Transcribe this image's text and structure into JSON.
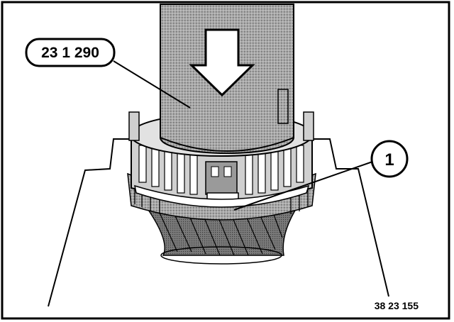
{
  "figure": {
    "tool_callout": "23 1 290",
    "part_callout": "1",
    "reference_number": "38 23 155"
  },
  "colors": {
    "line": "#000000",
    "background": "#ffffff",
    "shade_dark": "#8c8c8c",
    "shade_mid": "#b5b5b5",
    "shade_light": "#d9d9d9"
  },
  "icons": {
    "press_arrow": "down-arrow-icon"
  }
}
